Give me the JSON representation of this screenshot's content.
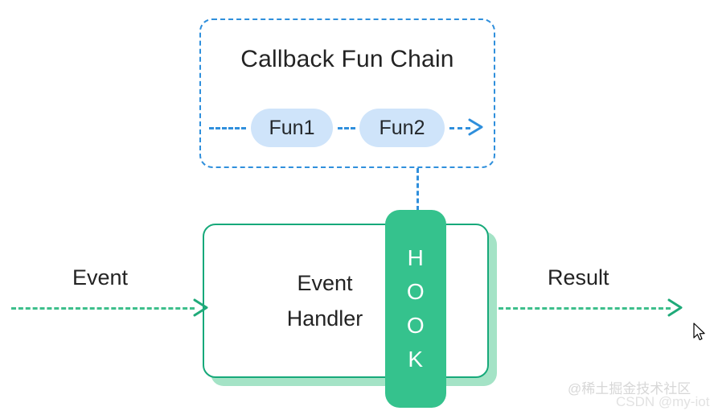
{
  "diagram": {
    "background_color": "#ffffff",
    "callback_box": {
      "title": "Callback Fun Chain",
      "border_color": "#2f8fdc",
      "border_style": "dashed",
      "pills": [
        {
          "label": "Fun1",
          "fill": "#cfe4fa",
          "text_color": "#23272b"
        },
        {
          "label": "Fun2",
          "fill": "#cfe4fa",
          "text_color": "#23272b"
        }
      ],
      "chain_arrow": {
        "icon": "chevron-right-arrow-icon",
        "color": "#2f8fdc"
      },
      "connector": {
        "icon": "dashed-vertical-connector-icon",
        "color": "#2f8fdc"
      }
    },
    "handler_box": {
      "label_line1": "Event",
      "label_line2": "Handler",
      "border_color": "#17a97a",
      "shadow_color": "#a4e3c6",
      "fill": "#ffffff"
    },
    "hook_bar": {
      "letters": [
        "H",
        "O",
        "O",
        "K"
      ],
      "fill": "#35c28d",
      "text_color": "#ffffff"
    },
    "flow": {
      "input_label": "Event",
      "output_label": "Result",
      "line_color": "#3dbf8c",
      "arrow_icon": "chevron-right-arrow-icon"
    }
  },
  "watermarks": {
    "juejin": "@稀土掘金技术社区",
    "csdn": "CSDN @my-iot"
  },
  "cursor": {
    "icon": "mouse-pointer-icon"
  }
}
